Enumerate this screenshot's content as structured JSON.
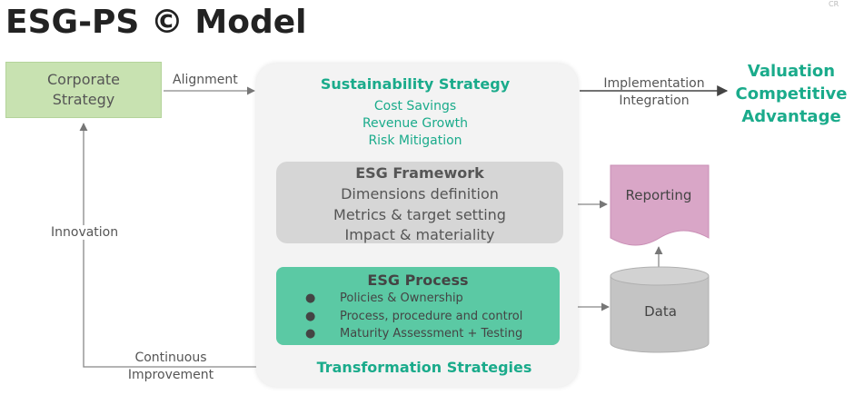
{
  "title": "ESG-PS © Model",
  "corner_mark": "CR",
  "corporate": {
    "line1": "Corporate",
    "line2": "Strategy"
  },
  "alignment": "Alignment",
  "sustainability": {
    "title": "Sustainability Strategy",
    "items": [
      "Cost Savings",
      "Revenue Growth",
      "Risk Mitigation"
    ]
  },
  "implementation": {
    "line1": "Implementation",
    "line2": "Integration"
  },
  "outcome": {
    "line1": "Valuation",
    "line2": "Competitive",
    "line3": "Advantage"
  },
  "framework": {
    "title": "ESG Framework",
    "items": [
      "Dimensions definition",
      "Metrics & target setting",
      "Impact & materiality"
    ]
  },
  "reporting": "Reporting",
  "process": {
    "title": "ESG Process",
    "bullet": "●",
    "items": [
      "Policies & Ownership",
      "Process, procedure and control",
      "Maturity Assessment + Testing"
    ]
  },
  "data_label": "Data",
  "innovation": "Innovation",
  "continuous": {
    "line1": "Continuous",
    "line2": "Improvement"
  },
  "transformation": "Transformation Strategies",
  "colors": {
    "teal": "#1aab8b",
    "corporate_fill": "#c8e2b1",
    "framework_fill": "#d6d6d6",
    "process_fill": "#5bc9a4",
    "reporting_fill": "#d9a6c7",
    "data_fill": "#c4c4c4"
  }
}
